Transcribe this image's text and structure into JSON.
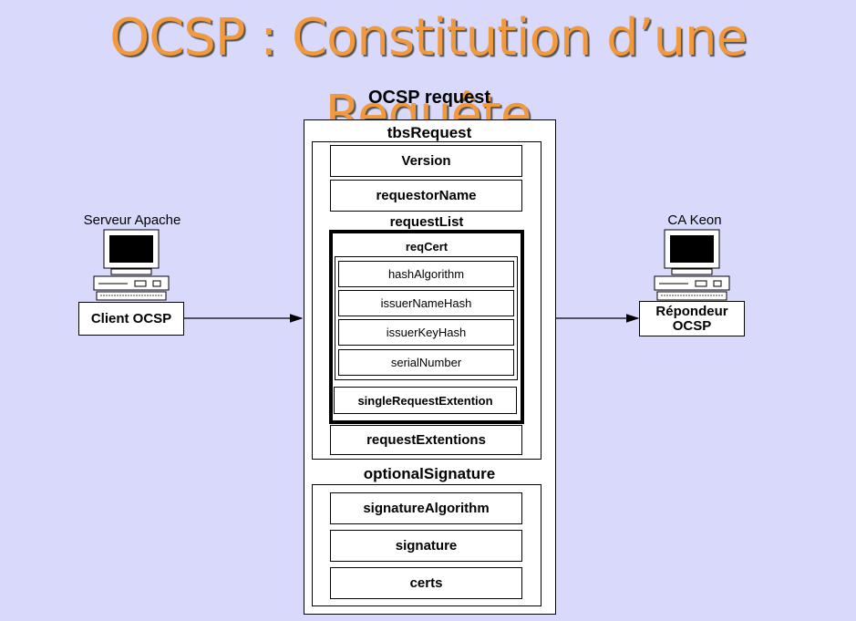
{
  "slide": {
    "title": "OCSP : Constitution d’une Requête"
  },
  "diagram": {
    "request_title": "OCSP request",
    "tbs_request": {
      "label": "tbsRequest",
      "version": "Version",
      "requestor_name": "requestorName",
      "request_list": {
        "label": "requestList",
        "req_cert": {
          "label": "reqCert",
          "fields": [
            "hashAlgorithm",
            "issuerNameHash",
            "issuerKeyHash",
            "serialNumber"
          ]
        },
        "single_request_extension": "singleRequestExtention"
      },
      "request_extensions": "requestExtentions"
    },
    "optional_signature": {
      "label": "optionalSignature",
      "fields": [
        "signatureAlgorithm",
        "signature",
        "certs"
      ]
    },
    "client": {
      "server_label": "Serveur Apache",
      "box_label": "Client OCSP"
    },
    "responder": {
      "server_label": "CA Keon",
      "box_label_line1": "Répondeur",
      "box_label_line2": "OCSP"
    }
  }
}
